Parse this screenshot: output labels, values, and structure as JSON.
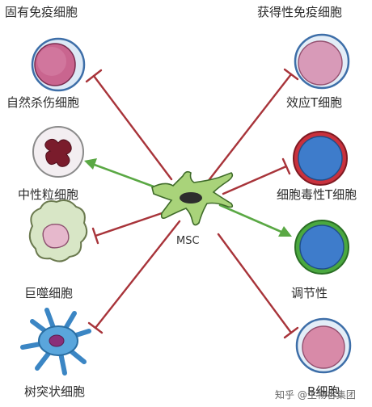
{
  "headings": {
    "innate": "固有免疫细胞",
    "adaptive": "获得性免疫细胞"
  },
  "center": {
    "label": "MSC"
  },
  "innate_cells": [
    {
      "label": "自然杀伤细胞",
      "interaction": "inhibit"
    },
    {
      "label": "中性粒细胞",
      "interaction": "promote"
    },
    {
      "label": "巨噬细胞",
      "interaction": "inhibit"
    },
    {
      "label": "树突状细胞",
      "interaction": "inhibit"
    }
  ],
  "adaptive_cells": [
    {
      "label": "效应T细胞",
      "interaction": "inhibit"
    },
    {
      "label": "细胞毒性T细胞",
      "interaction": "inhibit"
    },
    {
      "label": "调节性",
      "interaction": "promote"
    },
    {
      "label": "B细胞",
      "interaction": "inhibit"
    }
  ],
  "colors": {
    "inhibit_line": "#a8343a",
    "promote_arrow": "#5aa844",
    "msc_body": "#a9d37a",
    "msc_nucleus": "#2d2d2d"
  },
  "watermark": "知乎 @生物谷集团"
}
